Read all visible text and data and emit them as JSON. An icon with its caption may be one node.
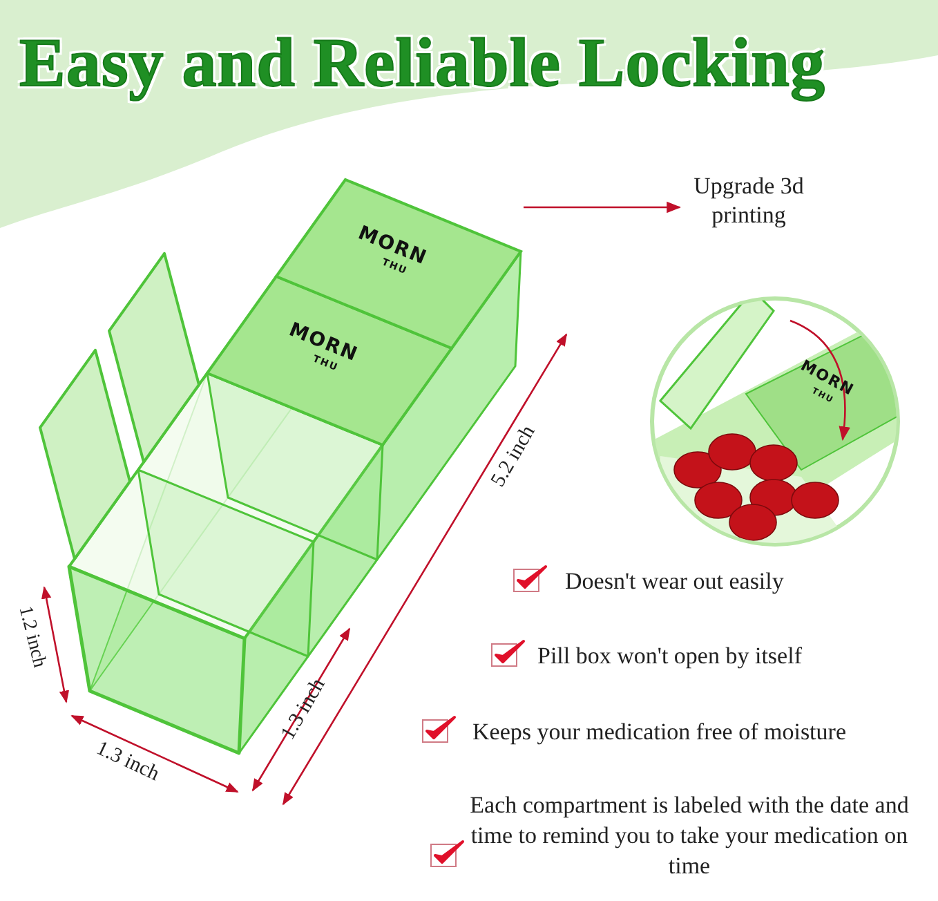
{
  "diagram": {
    "title": "Easy and Reliable Locking",
    "nodes": [
      {
        "text": [],
        "shape": "picture"
      },
      {
        "text": [
          "Upgrade 3d printing"
        ]
      }
    ],
    "edges": [
      {
        "from": 0,
        "to": 1,
        "arrow": "to"
      }
    ],
    "labels": [
      "MORN",
      "THU",
      "MORN",
      "THU",
      "5.2 inch",
      "MORN",
      "THU",
      "Doesn't wear out easily",
      "1.2 inch",
      "Pill box won't open by itself",
      "Keeps your medication free of moisture",
      "1.3 inch",
      "1.3 inch",
      "Each compartment is labeled with the date and time to remind you to take your medication on time"
    ]
  }
}
